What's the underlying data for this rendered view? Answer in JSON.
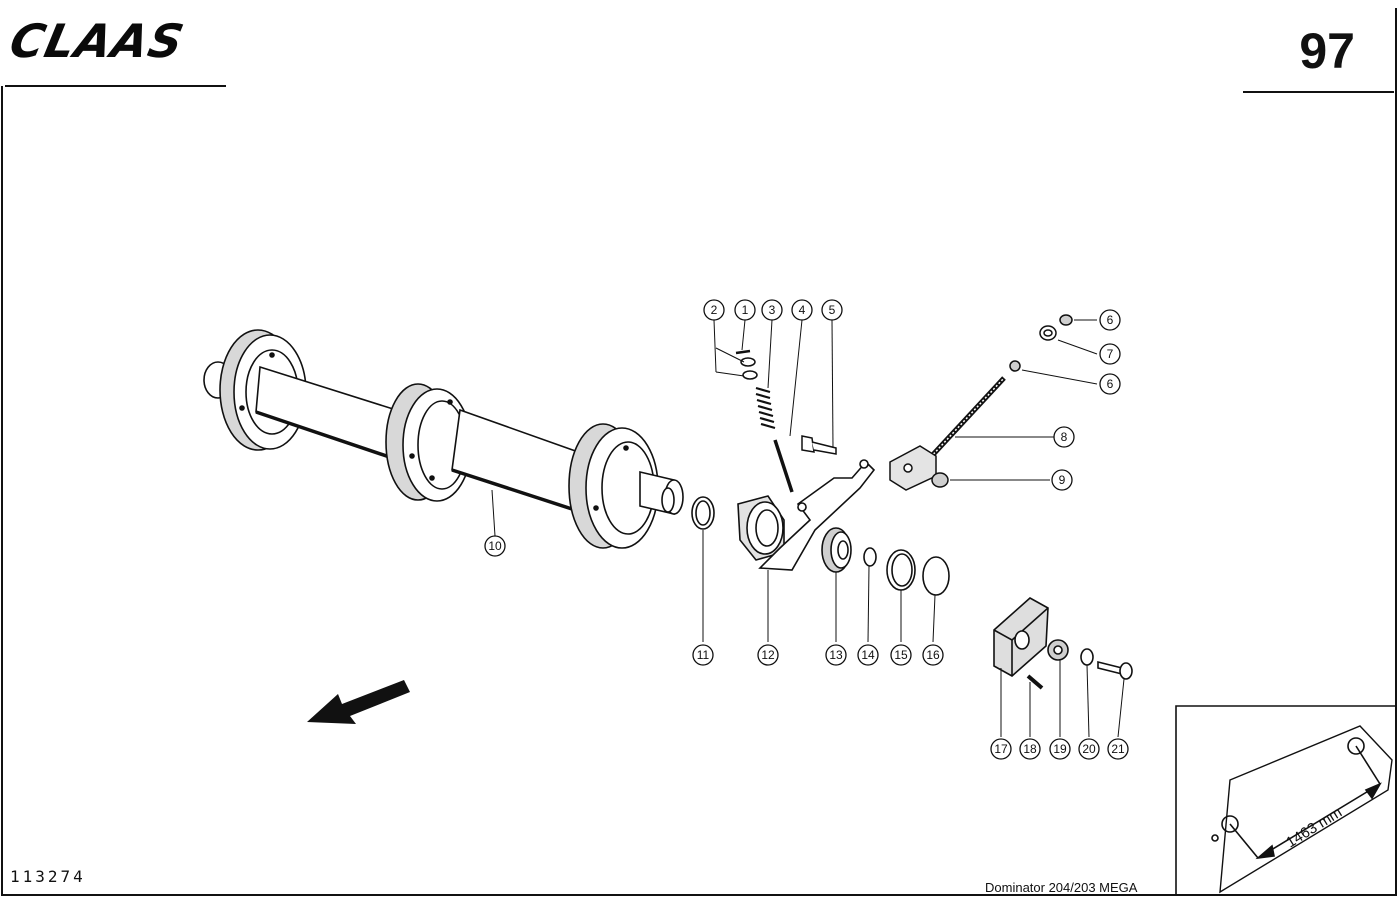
{
  "header": {
    "brand": "CLAAS",
    "page_number": "97"
  },
  "footer": {
    "drawing_number": "113274",
    "model": "Dominator 204/203 MEGA"
  },
  "callouts": [
    "1",
    "2",
    "3",
    "4",
    "5",
    "6",
    "7",
    "8",
    "9",
    "10",
    "11",
    "12",
    "13",
    "14",
    "15",
    "16",
    "17",
    "18",
    "19",
    "20",
    "21"
  ],
  "inset": {
    "dimension": "1463 mm"
  }
}
